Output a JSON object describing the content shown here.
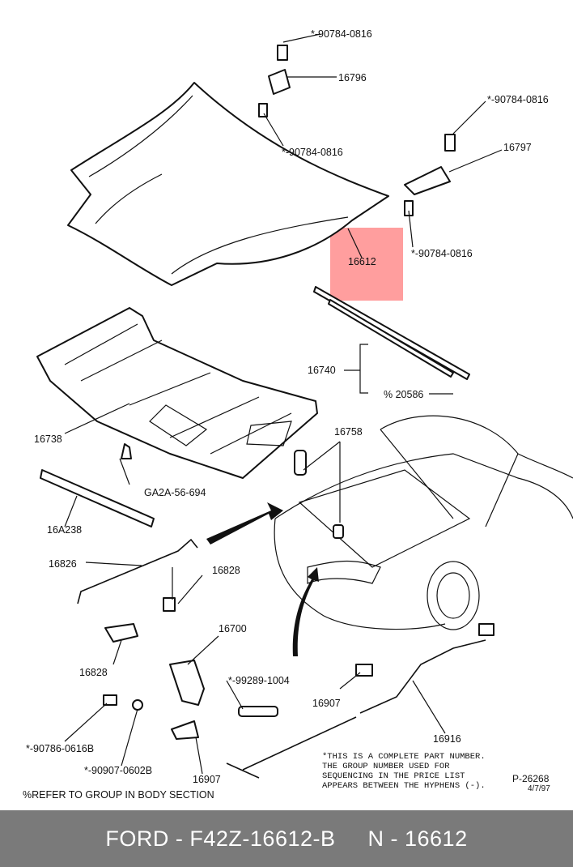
{
  "labels": {
    "bolt_hinge_left_top": "*-90784-0816",
    "hinge_left": "16796",
    "bolt_hinge_left_bottom": "*-90784-0816",
    "bolt_hinge_right_top": "*-90784-0816",
    "hinge_right": "16797",
    "bolt_hinge_right_bottom": "*-90784-0816",
    "hood": "16612",
    "seal": "16740",
    "clip": "% 20586",
    "insulator": "16738",
    "retainer": "GA2A-56-694",
    "bumper": "16758",
    "weatherstrip": "16A238",
    "prop_rod": "16826",
    "prop_clip_top": "16828",
    "prop_clip_bottom": "16828",
    "latch": "16700",
    "latch_bolt": "*-99289-1004",
    "striker_left": "16907",
    "striker_right": "16907",
    "screw": "*-90786-0616B",
    "nut": "*-90907-0602B",
    "cable": "16916",
    "footnote": "%REFER TO GROUP IN BODY SECTION",
    "page_ref": "P-26268",
    "date": "4/7/97"
  },
  "note_lines": [
    "*THIS IS A COMPLETE PART NUMBER.",
    "THE GROUP NUMBER USED FOR",
    "SEQUENCING IN THE PRICE LIST",
    "APPEARS BETWEEN THE HYPHENS (-)."
  ],
  "footer": {
    "brand": "FORD",
    "part_number": "F42Z-16612-B",
    "ref": "N - 16612"
  },
  "colors": {
    "highlight": "#ff9999",
    "footer_bg": "#7a7a7a"
  }
}
